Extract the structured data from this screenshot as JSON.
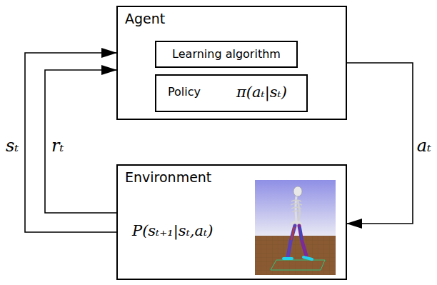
{
  "diagram": {
    "nodes": [
      {
        "text": [
          "Agent"
        ]
      },
      {
        "text": [
          "Learning algorithm"
        ],
        "in": 0
      },
      {
        "text": [
          "Policy",
          "π(aₜ|sₜ)"
        ],
        "in": 0
      },
      {
        "text": [
          "Environment",
          "P(sₜ₊₁|sₜ,aₜ)"
        ]
      }
    ],
    "edges": [
      {
        "from": 0,
        "to": 3,
        "label": "aₜ",
        "arrow": "to"
      },
      {
        "from": 3,
        "to": 0,
        "label": "sₜ",
        "arrow": "to"
      },
      {
        "from": 3,
        "to": 0,
        "label": "rₜ",
        "arrow": "to"
      }
    ]
  }
}
